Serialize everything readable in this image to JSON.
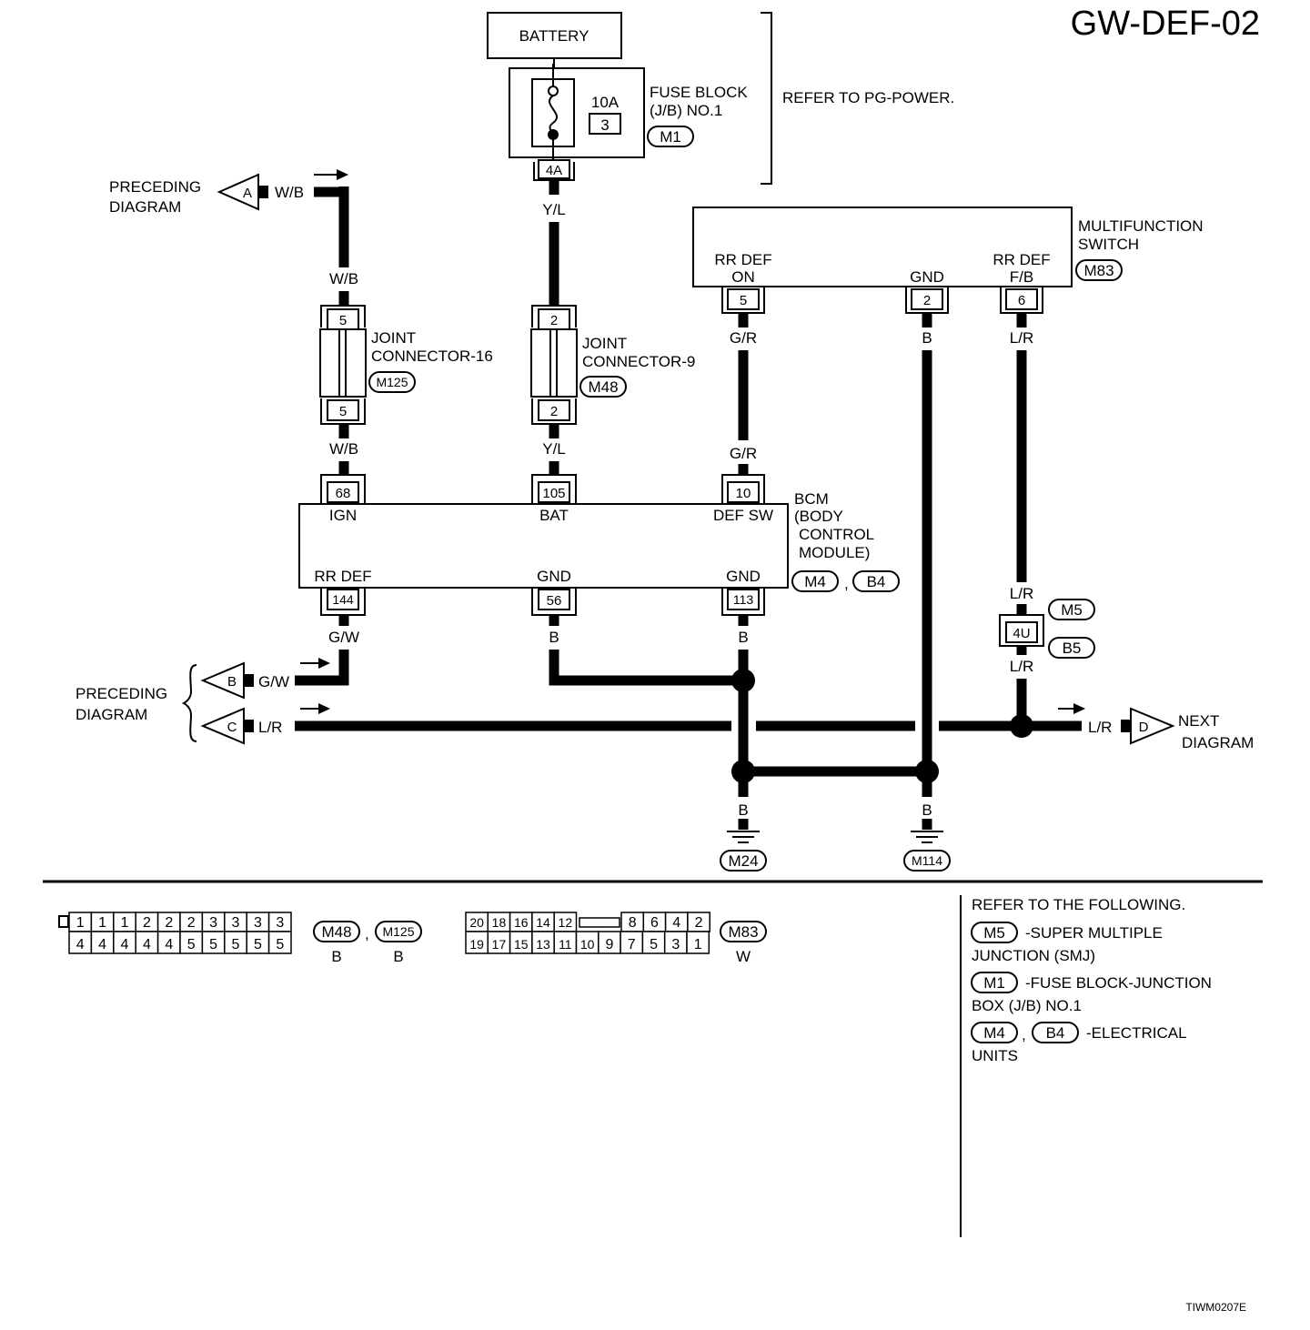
{
  "page_id": "GW-DEF-02",
  "image_code": "TIWM0207E",
  "battery": "BATTERY",
  "fuse": {
    "rating": "10A",
    "number": "3",
    "block_line1": "FUSE BLOCK",
    "block_line2": "(J/B) NO.1",
    "connector": "M1",
    "terminal": "4A",
    "refer": "REFER TO PG-POWER."
  },
  "preceding": {
    "line1": "PRECEDING",
    "line2": "DIAGRAM"
  },
  "next_diagram": {
    "line1": "NEXT",
    "line2": "DIAGRAM"
  },
  "connectors": {
    "a": "A",
    "b": "B",
    "c": "C",
    "d": "D"
  },
  "wires": {
    "wb": "W/B",
    "yl": "Y/L",
    "gr": "G/R",
    "b": "B",
    "lr": "L/R",
    "gw": "G/W"
  },
  "joint16": {
    "line1": "JOINT",
    "line2": "CONNECTOR-16",
    "connector": "M125",
    "pin": "5"
  },
  "joint9": {
    "line1": "JOINT",
    "line2": "CONNECTOR-9",
    "connector": "M48",
    "pin": "2"
  },
  "multifunction": {
    "line1": "MULTIFUNCTION",
    "line2": "SWITCH",
    "connector": "M83",
    "rr_def_on_1": "RR DEF",
    "rr_def_on_2": "ON",
    "gnd": "GND",
    "rr_def_fb_1": "RR DEF",
    "rr_def_fb_2": "F/B",
    "pin_on": "5",
    "pin_gnd": "2",
    "pin_fb": "6"
  },
  "bcm": {
    "line1": "BCM",
    "line2": "(BODY",
    "line3": "CONTROL",
    "line4": "MODULE)",
    "connector1": "M4",
    "connector2": "B4",
    "ign": "IGN",
    "bat": "BAT",
    "def_sw": "DEF SW",
    "rr_def": "RR DEF",
    "gnd": "GND",
    "pin_ign": "68",
    "pin_bat": "105",
    "pin_defsw": "10",
    "pin_rrdef": "144",
    "pin_gnd1": "56",
    "pin_gnd2": "113"
  },
  "smj": {
    "pin": "4U",
    "connector1": "M5",
    "connector2": "B5"
  },
  "grounds": {
    "g1": "M24",
    "g2": "M114"
  },
  "connector_views": {
    "joint": {
      "top": [
        "1",
        "1",
        "1",
        "2",
        "2",
        "2",
        "3",
        "3",
        "3",
        "3"
      ],
      "bottom": [
        "4",
        "4",
        "4",
        "4",
        "4",
        "5",
        "5",
        "5",
        "5",
        "5"
      ],
      "ids": [
        "M48",
        "M125"
      ],
      "color": "B",
      "color2": "B"
    },
    "mfs": {
      "top_left": [
        "20",
        "18",
        "16",
        "14",
        "12"
      ],
      "top_right": [
        "8",
        "6",
        "4",
        "2"
      ],
      "bottom": [
        "19",
        "17",
        "15",
        "13",
        "11",
        "10",
        "9",
        "7",
        "5",
        "3",
        "1"
      ],
      "id": "M83",
      "color": "W"
    }
  },
  "refer_following": {
    "title": "REFER TO THE FOLLOWING.",
    "item1_conn": "M5",
    "item1_line1": "-SUPER MULTIPLE",
    "item1_line2": "JUNCTION (SMJ)",
    "item2_conn": "M1",
    "item2_line1": "-FUSE BLOCK-JUNCTION",
    "item2_line2": "BOX (J/B) NO.1",
    "item3_conn1": "M4",
    "item3_conn2": "B4",
    "item3_line1": "-ELECTRICAL",
    "item3_line2": "UNITS",
    "sep": ","
  }
}
